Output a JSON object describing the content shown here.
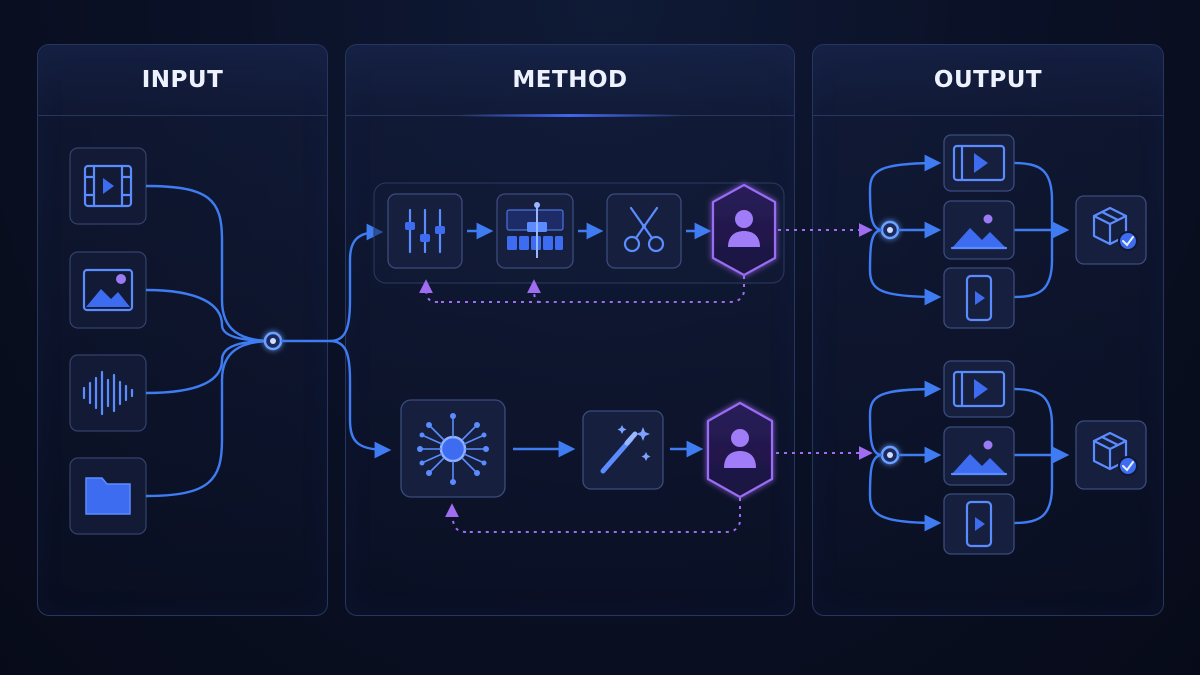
{
  "panels": {
    "input": {
      "title": "INPUT"
    },
    "method": {
      "title": "METHOD"
    },
    "output": {
      "title": "OUTPUT"
    }
  },
  "icons": {
    "input": [
      "video-file-icon",
      "image-file-icon",
      "audio-waveform-icon",
      "folder-icon"
    ],
    "method_top": [
      "sliders-icon",
      "timeline-icon",
      "scissors-icon",
      "user-badge-icon"
    ],
    "method_bottom": [
      "neural-network-icon",
      "magic-wand-icon",
      "user-badge-icon"
    ],
    "output": [
      "video-icon",
      "image-icon",
      "mobile-video-icon",
      "package-check-icon"
    ]
  },
  "colors": {
    "background": "#0a1024",
    "flow": "#3f7cf2",
    "feedback": "#a06cf0",
    "panel_border": "#27365e",
    "accent_purple": "#8b5cf6"
  }
}
